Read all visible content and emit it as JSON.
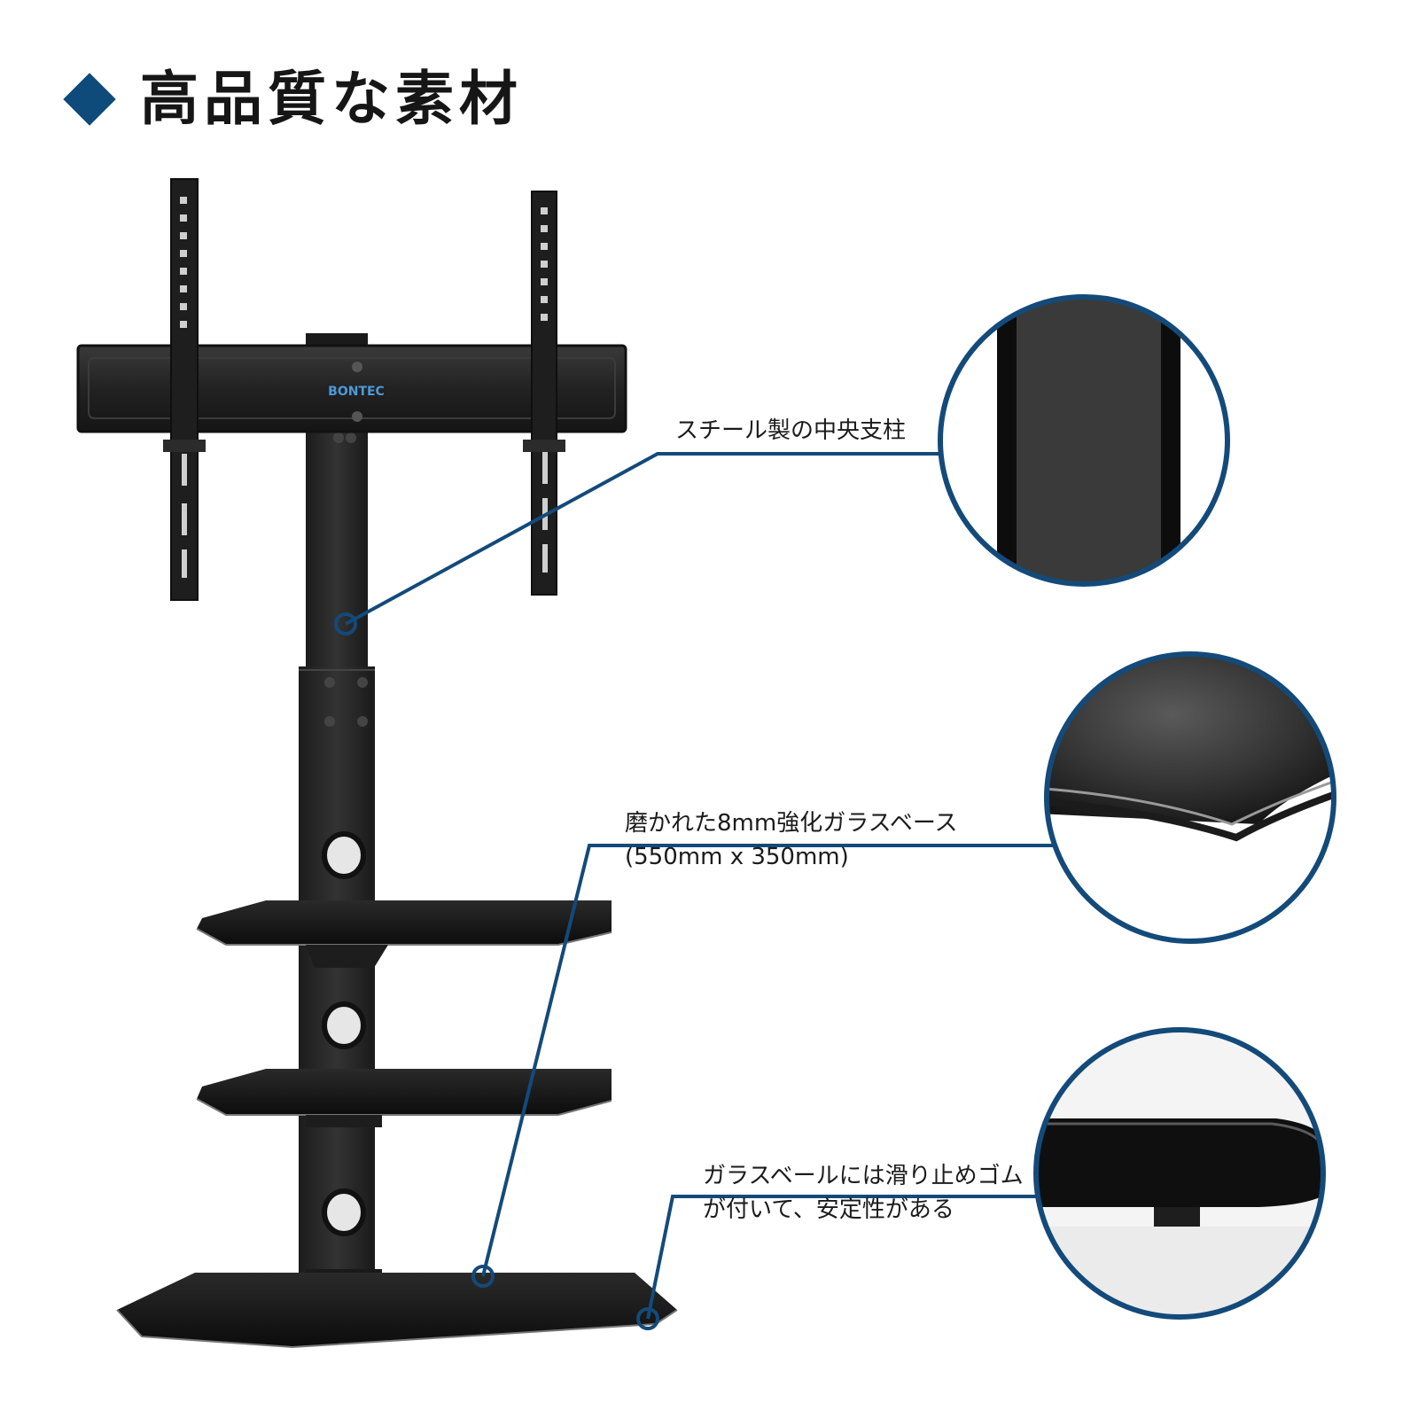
{
  "header": {
    "title": "高品質な素材"
  },
  "product": {
    "brand": "BONTEC"
  },
  "callouts": {
    "column": {
      "line1": "スチール製の中央支柱"
    },
    "glass": {
      "line1": "磨かれた8mm強化ガラスベース",
      "line2": "(550mm x 350mm)"
    },
    "rubber": {
      "line1": "ガラスベールには滑り止めゴム",
      "line2": "が付いて、安定性がある"
    }
  },
  "colors": {
    "accent": "#0e4a7a",
    "metal": "#2b2b2b",
    "glass": "#1a1a1a"
  }
}
